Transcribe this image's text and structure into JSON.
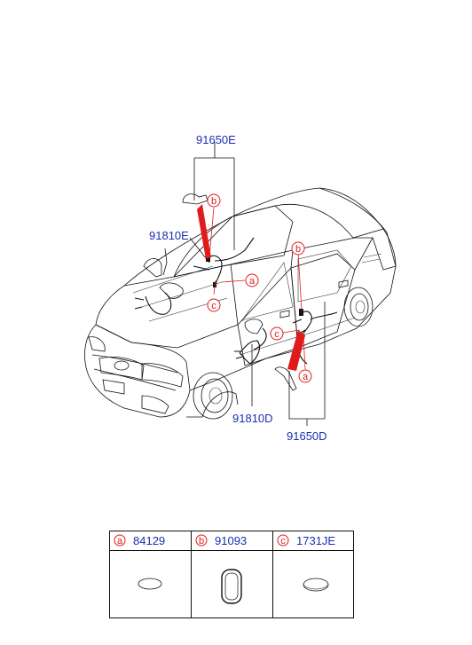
{
  "callouts": {
    "part_91650E": "91650E",
    "part_91810E": "91810E",
    "part_91810D": "91810D",
    "part_91650D": "91650D",
    "marker_a": "a",
    "marker_b": "b",
    "marker_c": "c"
  },
  "legend": {
    "items": [
      {
        "letter": "a",
        "part": "84129",
        "shape": "flat-oval"
      },
      {
        "letter": "b",
        "part": "91093",
        "shape": "rounded-grommet"
      },
      {
        "letter": "c",
        "part": "1731JE",
        "shape": "round-plug"
      }
    ]
  },
  "colors": {
    "part_number": "#1a2fb0",
    "marker": "#e01b1b",
    "line": "#111111"
  }
}
